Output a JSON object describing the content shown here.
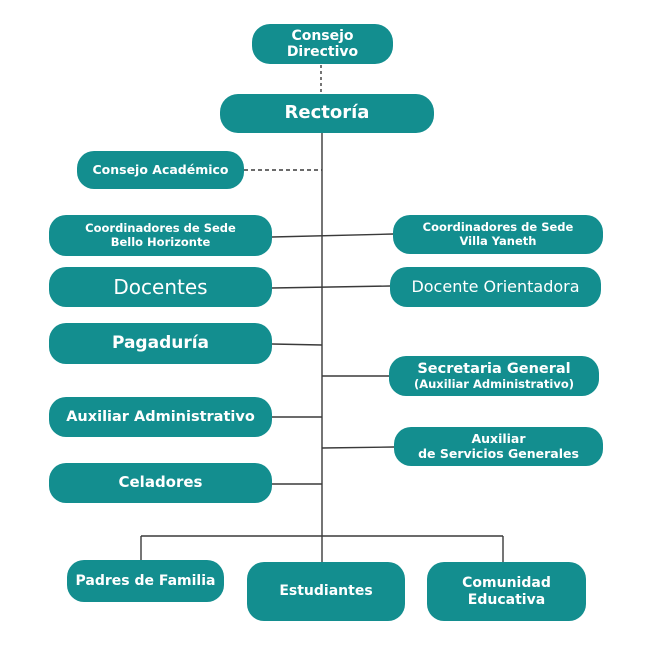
{
  "colors": {
    "node_fill": "#138e8f",
    "node_text": "#ffffff",
    "connector": "#3a3a3a",
    "background": "#ffffff"
  },
  "nodes": {
    "consejo_directivo": "Consejo\nDirectivo",
    "rectoria": "Rectoría",
    "consejo_academico": "Consejo Académico",
    "coord_bello_horizonte": "Coordinadores de Sede\nBello Horizonte",
    "coord_villa_yaneth": "Coordinadores de Sede\nVilla Yaneth",
    "docentes": "Docentes",
    "docente_orientadora": "Docente Orientadora",
    "pagaduria": "Pagaduría",
    "secretaria_general": "Secretaria General",
    "secretaria_general_sub": "(Auxiliar Administrativo)",
    "auxiliar_administrativo": "Auxiliar Administrativo",
    "auxiliar_servicios": "Auxiliar\nde Servicios Generales",
    "celadores": "Celadores",
    "padres_familia": "Padres de Familia",
    "estudiantes": "Estudiantes",
    "comunidad_educativa": "Comunidad\nEducativa"
  }
}
